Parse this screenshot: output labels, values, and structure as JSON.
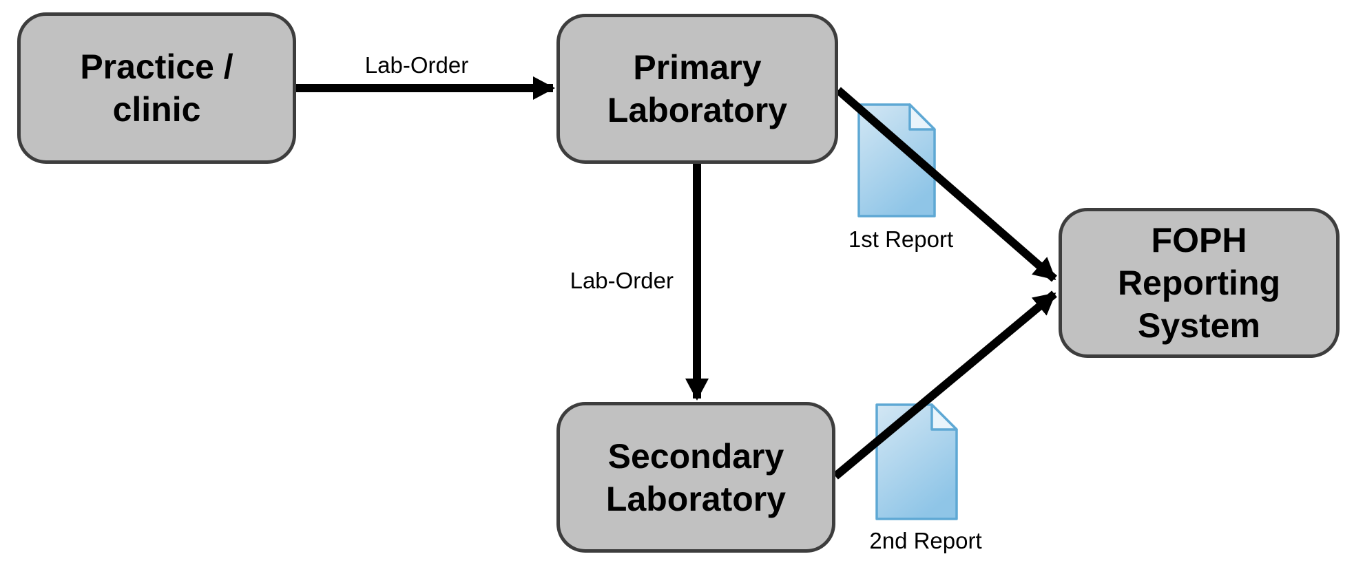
{
  "diagram": {
    "type": "flow-diagram",
    "nodes": [
      {
        "id": "practice-clinic",
        "label": "Practice /\nclinic"
      },
      {
        "id": "primary-laboratory",
        "label": "Primary\nLaboratory"
      },
      {
        "id": "secondary-laboratory",
        "label": "Secondary\nLaboratory"
      },
      {
        "id": "foph-reporting-system",
        "label": "FOPH\nReporting\nSystem"
      }
    ],
    "edges": [
      {
        "from": "practice-clinic",
        "to": "primary-laboratory",
        "label": "Lab-Order",
        "icon": null
      },
      {
        "from": "primary-laboratory",
        "to": "secondary-laboratory",
        "label": "Lab-Order",
        "icon": null
      },
      {
        "from": "primary-laboratory",
        "to": "foph-reporting-system",
        "label": "1st Report",
        "icon": "document-icon"
      },
      {
        "from": "secondary-laboratory",
        "to": "foph-reporting-system",
        "label": "2nd Report",
        "icon": "document-icon"
      }
    ],
    "colors": {
      "node_fill": "#c1c1c1",
      "node_border": "#3d3d3d",
      "node_text": "#000000",
      "arrow": "#000000",
      "label_text": "#000000",
      "document_fill_light": "#d3e7f4",
      "document_fill_dark": "#8fc5e7",
      "document_border": "#5ea8d4",
      "document_fold_fill": "#e9f4fb",
      "background": "#ffffff"
    }
  }
}
